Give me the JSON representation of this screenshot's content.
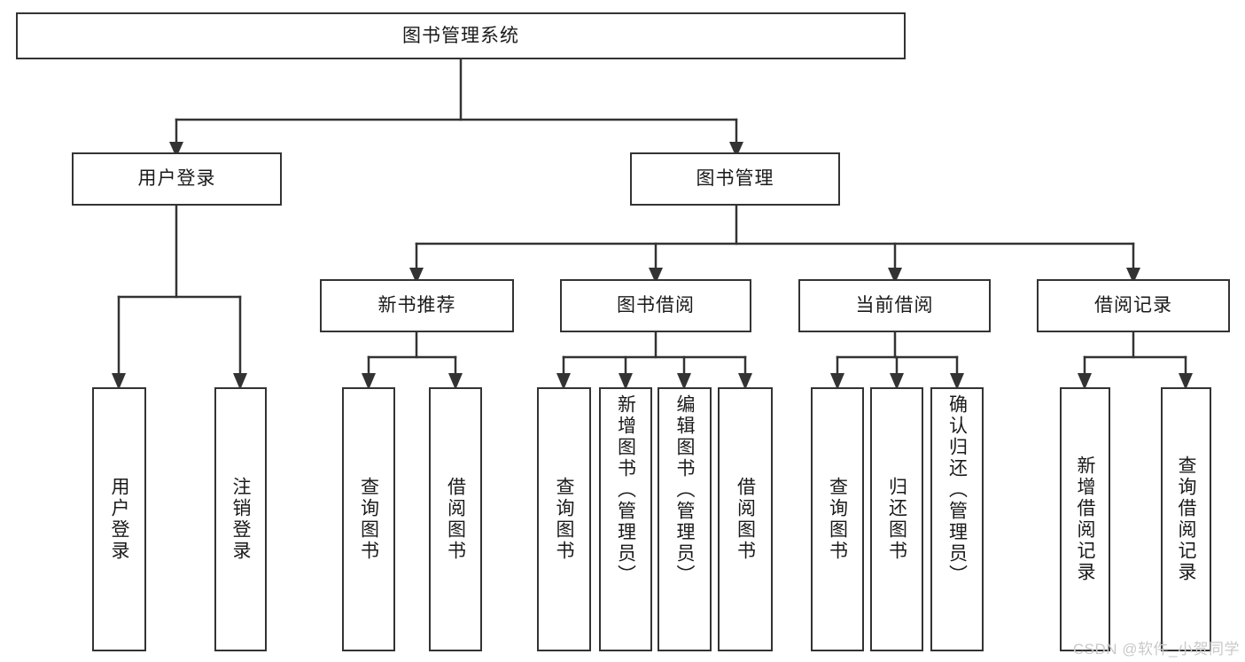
{
  "diagram": {
    "title": "图书管理系统",
    "type": "功能结构图",
    "colors": {
      "box_border": "#333333",
      "box_fill": "#ffffff",
      "line": "#333333",
      "text": "#1a1a1a",
      "background": "#ffffff",
      "watermark": "#c9c9c9"
    },
    "root": {
      "label": "图书管理系统"
    },
    "level2": [
      {
        "label": "用户登录"
      },
      {
        "label": "图书管理"
      }
    ],
    "level3": [
      {
        "label": "新书推荐"
      },
      {
        "label": "图书借阅"
      },
      {
        "label": "当前借阅"
      },
      {
        "label": "借阅记录"
      }
    ],
    "leaves": {
      "user_login": [
        {
          "label": "用户登录"
        },
        {
          "label": "注销登录"
        }
      ],
      "new_book": [
        {
          "label": "查询图书"
        },
        {
          "label": "借阅图书"
        }
      ],
      "book_borrow": [
        {
          "label": "查询图书"
        },
        {
          "label": "新增图书（管理员）"
        },
        {
          "label": "编辑图书（管理员）"
        },
        {
          "label": "借阅图书"
        }
      ],
      "current_borrow": [
        {
          "label": "查询图书"
        },
        {
          "label": "归还图书"
        },
        {
          "label": "确认归还（管理员）"
        }
      ],
      "borrow_record": [
        {
          "label": "新增借阅记录"
        },
        {
          "label": "查询借阅记录"
        }
      ]
    }
  },
  "watermark": {
    "text": "CSDN @软件_小贺同学"
  }
}
